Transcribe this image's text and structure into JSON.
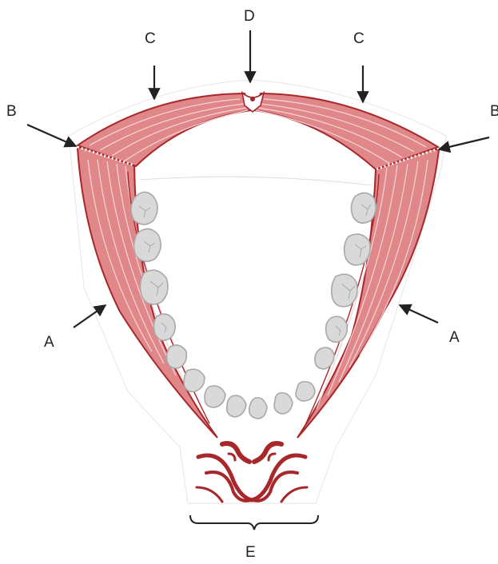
{
  "labels": {
    "a_left": "A",
    "a_right": "A",
    "b_left": "B",
    "b_right": "B",
    "c_left": "C",
    "c_right": "C",
    "d": "D",
    "e": "E"
  },
  "colors": {
    "muscle_fill": "#e0878a",
    "muscle_dark": "#a8272b",
    "muscle_fiber": "#f7d6d6",
    "tooth_fill": "#d9d9d9",
    "tooth_stroke": "#a9a9a9",
    "arrow": "#222222"
  }
}
